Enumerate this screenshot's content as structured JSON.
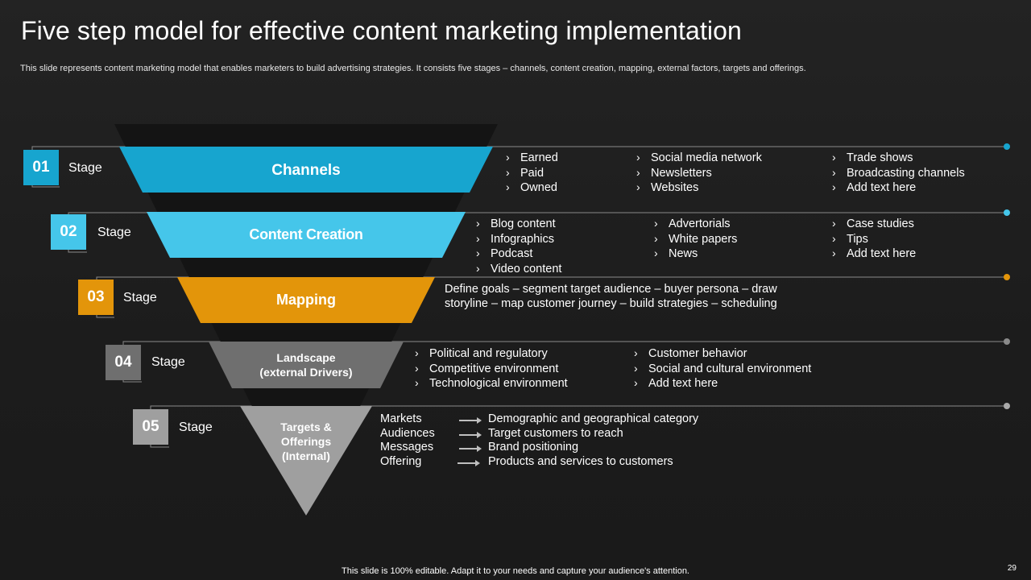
{
  "title": "Five step model for effective content marketing implementation",
  "subtitle": "This slide represents content marketing model that enables marketers to build advertising strategies. It consists five stages – channels, content creation, mapping, external factors, targets and offerings.",
  "footer": "This slide is 100% editable. Adapt it to your needs and capture your audience's attention.",
  "page_number": "29",
  "colors": {
    "stage1": "#17a5cf",
    "stage2": "#45c6ea",
    "stage3": "#e3950a",
    "stage4": "#6f6f6f",
    "stage5": "#9f9f9f"
  },
  "stages": [
    {
      "number": "01",
      "label": "Stage",
      "name": "Channels",
      "columns": [
        [
          "Earned",
          "Paid",
          "Owned"
        ],
        [
          "Social media network",
          "Newsletters",
          "Websites"
        ],
        [
          "Trade shows",
          "Broadcasting channels",
          "Add text here"
        ]
      ]
    },
    {
      "number": "02",
      "label": "Stage",
      "name": "Content Creation",
      "columns": [
        [
          "Blog content",
          "Infographics",
          "Podcast",
          "Video content"
        ],
        [
          "Advertorials",
          "White papers",
          "News"
        ],
        [
          "Case studies",
          "Tips",
          "Add text here"
        ]
      ]
    },
    {
      "number": "03",
      "label": "Stage",
      "name": "Mapping",
      "description": "Define goals – segment target audience – buyer persona – draw storyline – map customer journey – build strategies – scheduling"
    },
    {
      "number": "04",
      "label": "Stage",
      "name_line1": "Landscape",
      "name_line2": "(external Drivers)",
      "columns": [
        [
          "Political and regulatory",
          "Competitive environment",
          "Technological environment"
        ],
        [
          "Customer behavior",
          "Social and cultural environment",
          "Add text here"
        ]
      ]
    },
    {
      "number": "05",
      "label": "Stage",
      "name_line1": "Targets &",
      "name_line2": "Offerings",
      "name_line3": "(Internal)",
      "mappings": [
        {
          "from": "Markets",
          "to": "Demographic and geographical category"
        },
        {
          "from": "Audiences",
          "to": "Target customers to reach"
        },
        {
          "from": "Messages",
          "to": "Brand positioning"
        },
        {
          "from": "Offering",
          "to": "Products and services to customers"
        }
      ]
    }
  ]
}
